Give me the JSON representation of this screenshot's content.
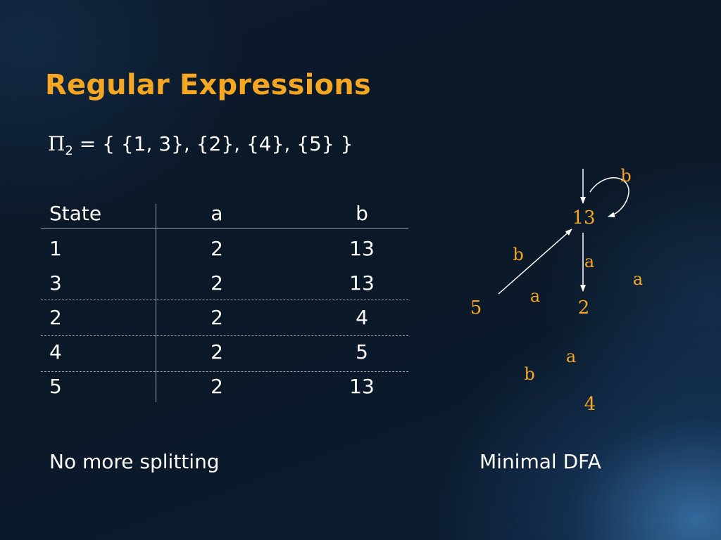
{
  "title": "Regular Expressions",
  "partition": {
    "symbol": "Π",
    "subscript": "2",
    "text": " = { {1, 3}, {2}, {4}, {5} }"
  },
  "table": {
    "headers": [
      "State",
      "a",
      "b"
    ],
    "rows": [
      [
        "1",
        "2",
        "13"
      ],
      [
        "3",
        "2",
        "13"
      ],
      [
        "2",
        "2",
        "4"
      ],
      [
        "4",
        "2",
        "5"
      ],
      [
        "5",
        "2",
        "13"
      ]
    ]
  },
  "caption_left": "No more splitting",
  "caption_right": "Minimal DFA",
  "dfa": {
    "states": [
      "13",
      "2",
      "5",
      "4"
    ],
    "edge_labels": {
      "loop_13": "b",
      "s5_to_13": "b",
      "s13_to_2": "a",
      "loop_2": "a",
      "s5_to_2": "a",
      "s4_to_2": "a",
      "s4_to_5": "b"
    },
    "colors": {
      "label": "#f5a623",
      "line": "#ffffff"
    }
  }
}
